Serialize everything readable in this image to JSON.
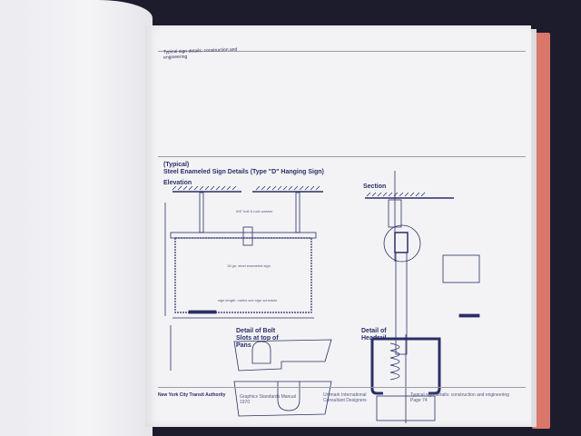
{
  "header": {
    "running_title": "Typical sign details: construction and engineering"
  },
  "figure": {
    "qualifier": "(Typical)",
    "title": "Steel Enameled Sign Details (Type \"D\" Hanging Sign)",
    "elevation_label": "Elevation",
    "section_label": "Section",
    "bolt_slots_label": "Detail of Bolt Slots at top of Pans",
    "headrail_label": "Detail of Headrail",
    "annotations": {
      "bolt_washer": "5/8\" bolt & lock washer",
      "enameled_sign": "18 ga. steel enameled sign",
      "sign_length": "sign length: varies see sign schedule"
    }
  },
  "footer": {
    "authority": "New York City Transit Authority",
    "manual": "Graphics Standards Manual",
    "year": "1970",
    "designer_line1": "Unimark International",
    "designer_line2": "Consultant Designers",
    "section_title": "Typical sign details: construction and engineering",
    "page": "Page 74"
  },
  "colors": {
    "ink": "#2b2f66",
    "background": "#1d1c2c",
    "cover": "#d9776a"
  }
}
